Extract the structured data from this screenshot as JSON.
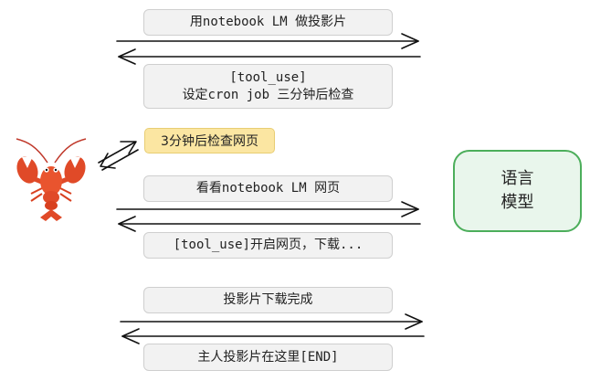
{
  "messages": [
    {
      "lines": [
        "用notebook LM 做投影片"
      ]
    },
    {
      "lines": [
        "[tool_use]",
        "设定cron job 三分钟后检查"
      ]
    },
    {
      "lines": [
        "看看notebook LM 网页"
      ]
    },
    {
      "lines": [
        "[tool_use]开启网页，下载..."
      ]
    },
    {
      "lines": [
        "投影片下载完成"
      ]
    },
    {
      "lines": [
        "主人投影片在这里[END]"
      ]
    }
  ],
  "reminder": "3分钟后检查网页",
  "model": {
    "lines": [
      "语言",
      "模型"
    ],
    "accent": "#4cae5b",
    "fill": "#e9f6ec"
  },
  "agent": {
    "icon": "lobster-icon"
  },
  "colors": {
    "message_fill": "#f2f2f2",
    "reminder_fill": "#fbe6a2"
  }
}
